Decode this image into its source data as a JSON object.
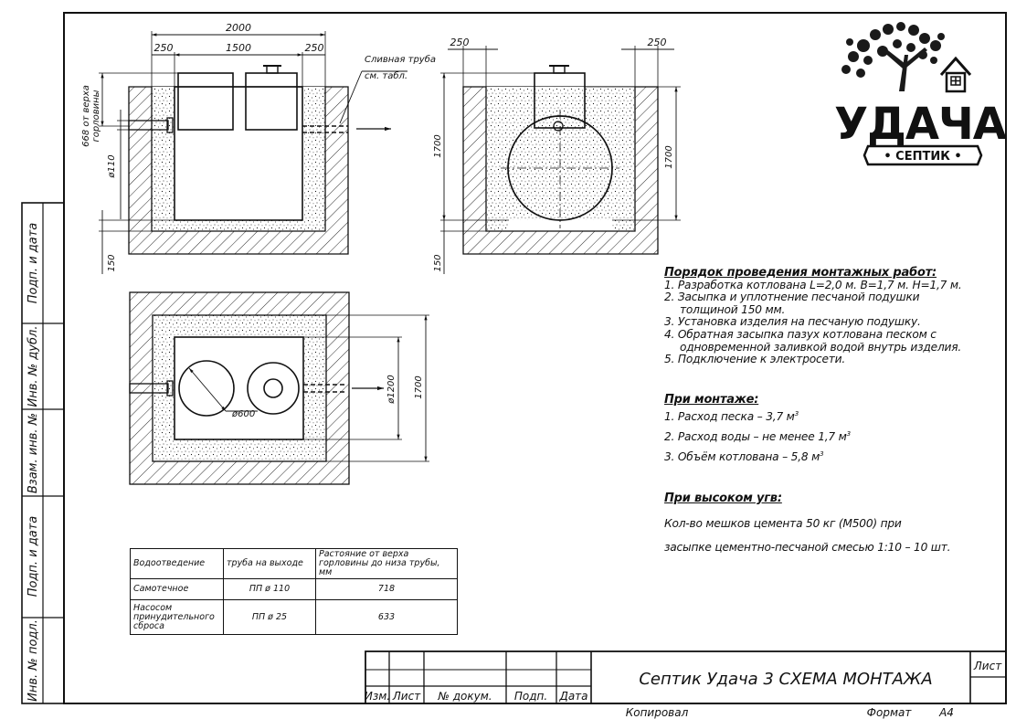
{
  "drawing": {
    "side_view": {
      "dim_total": "2000",
      "dim_left": "250",
      "dim_middle": "1500",
      "dim_right": "250",
      "dim_depth_top": "668 от верха",
      "dim_depth_top_2": "горловины",
      "dim_pipe": "ø110",
      "dim_bottom": "150",
      "drain_label_1": "Сливная труба",
      "drain_label_2": "см. табл."
    },
    "end_view": {
      "dim_left": "250",
      "dim_right": "250",
      "dim_height_left": "1700",
      "dim_height_right": "1700",
      "dim_bottom": "150"
    },
    "plan_view": {
      "dim_dia_small": "ø600",
      "dim_dia_large": "ø1200",
      "dim_height": "1700"
    }
  },
  "logo": {
    "brand": "УДАЧА",
    "sub": "• СЕПТИК •"
  },
  "notes": {
    "install_heading": "Порядок проведения монтажных работ:",
    "install_steps": [
      "1. Разработка котлована L=2,0 м. B=1,7 м. H=1,7 м.",
      "2. Засыпка и уплотнение песчаной подушки",
      "толщиной 150 мм.",
      "3. Установка изделия на песчаную подушку.",
      "4. Обратная засыпка пазух котлована песком с",
      "одновременной заливкой водой внутрь изделия.",
      "5. Подключение к электросети."
    ],
    "mount_heading": "При монтаже:",
    "mount_items": [
      "1. Расход песка – 3,7 м",
      "2. Расход воды – не менее 1,7 м",
      "3. Объём котлована – 5,8 м"
    ],
    "mount_unit_sup": "3",
    "gwl_heading": "При высоком угв:",
    "gwl_line_1": "Кол-во мешков цемента 50 кг (М500) при",
    "gwl_line_2": "засыпке цементно-песчаной смесью 1:10 – 10 шт."
  },
  "table": {
    "headers": [
      "Водоотведение",
      "труба на выходе",
      "Растояние от верха горловины до низа трубы, мм"
    ],
    "rows": [
      [
        "Самотечное",
        "ПП ø 110",
        "718"
      ],
      [
        "Насосом принудительного сброса",
        "ПП ø 25",
        "633"
      ]
    ]
  },
  "side_stamp": {
    "labels": [
      "Инв. № подл.",
      "Подп. и дата",
      "Взам. инв. №",
      "Инв. № дубл.",
      "Подп. и дата"
    ]
  },
  "title_block": {
    "cols": [
      "Изм.",
      "Лист",
      "№ докум.",
      "Подп.",
      "Дата"
    ],
    "title": "Септик Удача 3 СХЕМА МОНТАЖА",
    "sheet_label": "Лист"
  },
  "footer": {
    "copied": "Копировал",
    "format_label": "Формат",
    "format_value": "А4"
  }
}
